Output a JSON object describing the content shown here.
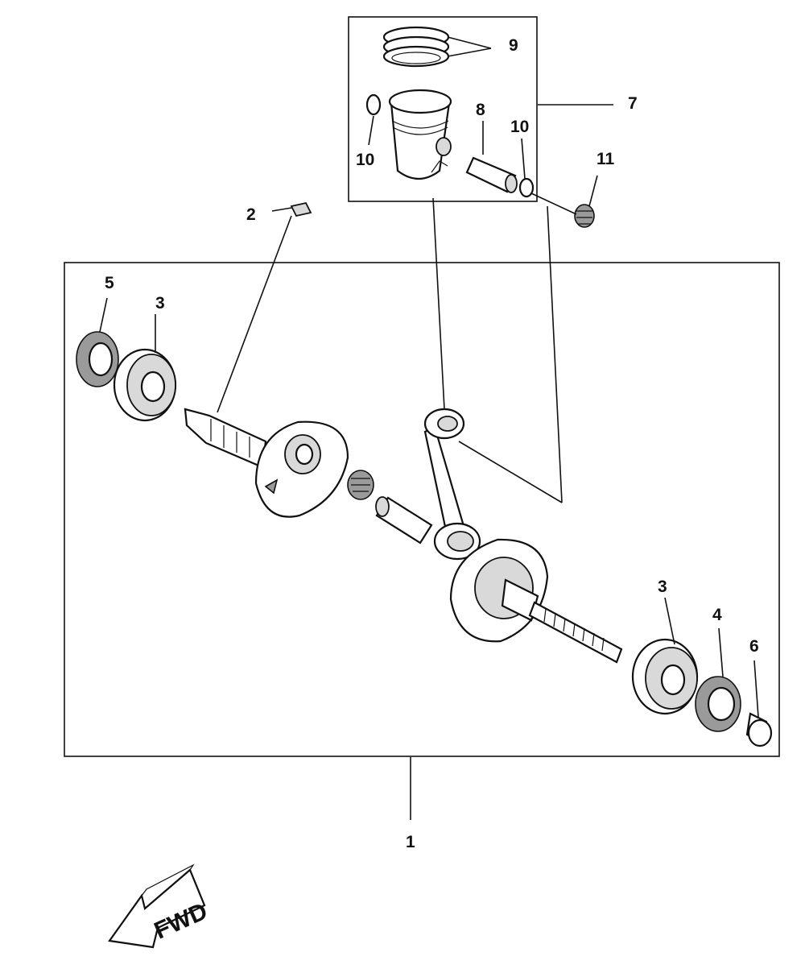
{
  "diagram": {
    "labels": {
      "part_1": "1",
      "part_2": "2",
      "part_3_left": "3",
      "part_3_right": "3",
      "part_4": "4",
      "part_5": "5",
      "part_6": "6",
      "part_7": "7",
      "part_8": "8",
      "part_9": "9",
      "part_10_left": "10",
      "part_10_right": "10",
      "part_11": "11"
    },
    "direction_arrow": {
      "label": "FWD"
    }
  }
}
